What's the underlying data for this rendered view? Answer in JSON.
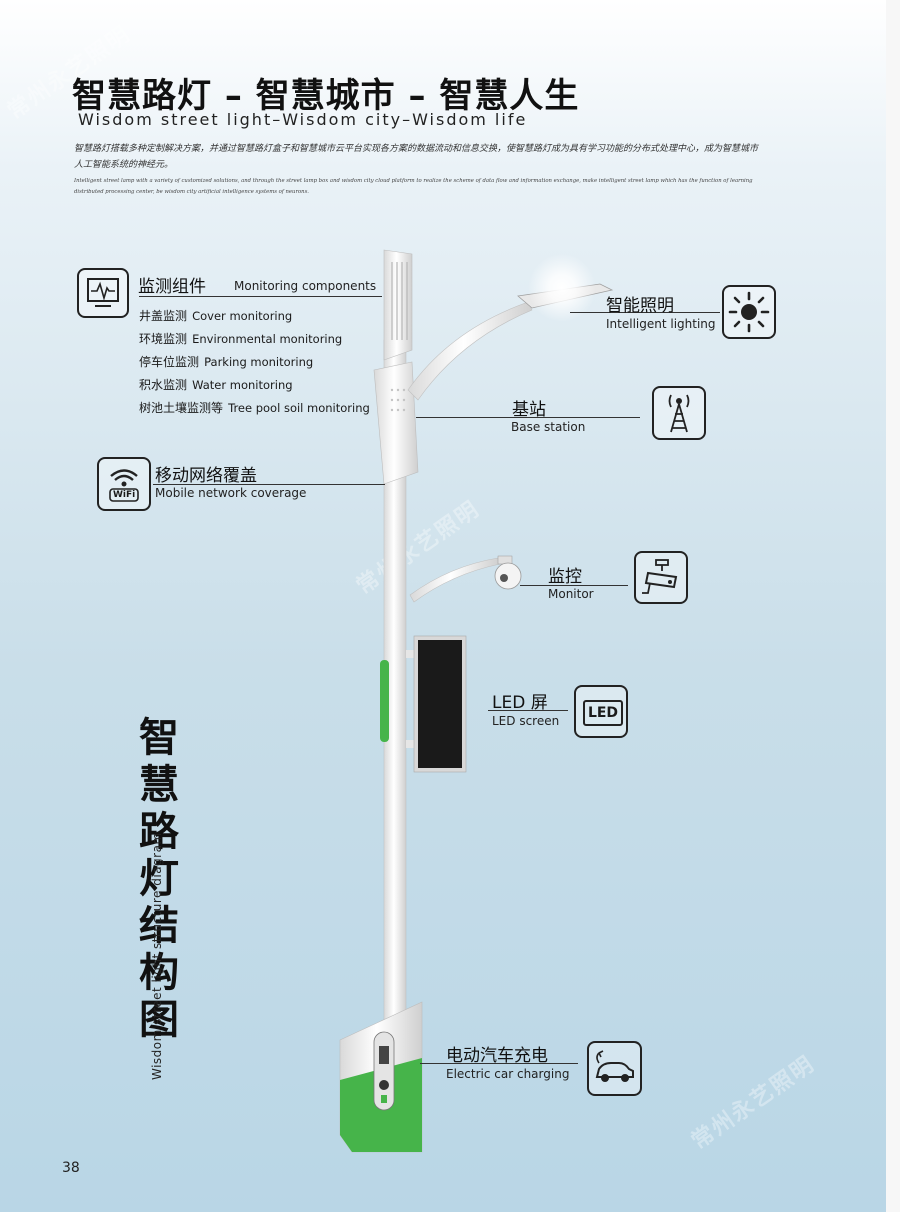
{
  "header": {
    "title_cn": "智慧路灯 – 智慧城市 – 智慧人生",
    "title_en": "Wisdom street light–Wisdom city–Wisdom life",
    "intro_cn": "智慧路灯搭载多种定制解决方案，并通过智慧路灯盒子和智慧城市云平台实现各方案的数据流动和信息交换，使智慧路灯成为具有学习功能的分布式处理中心，成为智慧城市人工智能系统的神经元。",
    "intro_en": "Intelligent street lamp with a variety of customized solutions, and through the street lamp box and wisdom city cloud platform to realize the scheme of data flow and information exchange, make intelligent street lamp which has the function of learning distributed processing center, be wisdom city artificial intelligence systems of neurons."
  },
  "monitoring": {
    "title_cn": "监测组件",
    "title_en": "Monitoring components",
    "items": [
      {
        "cn": "井盖监测",
        "en": "Cover monitoring"
      },
      {
        "cn": "环境监测",
        "en": "Environmental monitoring"
      },
      {
        "cn": "停车位监测",
        "en": "Parking monitoring"
      },
      {
        "cn": "积水监测",
        "en": "Water monitoring"
      },
      {
        "cn": "树池土壤监测等",
        "en": "Tree pool soil monitoring"
      }
    ]
  },
  "mobile": {
    "cn": "移动网络覆盖",
    "en": "Mobile network coverage",
    "icon_text": "WiFi"
  },
  "lighting": {
    "cn": "智能照明",
    "en": "Intelligent lighting"
  },
  "base_station": {
    "cn": "基站",
    "en": "Base station"
  },
  "monitor": {
    "cn": "监控",
    "en": "Monitor"
  },
  "led": {
    "cn": "LED 屏",
    "en": "LED screen",
    "icon_text": "LED"
  },
  "charging": {
    "cn": "电动汽车充电",
    "en": "Electric car charging"
  },
  "vertical_title": {
    "cn": "智慧路灯结构图",
    "en": "Wisdom street light structure diagram"
  },
  "page_number": "38",
  "watermark": "常州永艺照明",
  "colors": {
    "accent_green": "#46b44a",
    "pole": "#f2f2f2",
    "background": "#c9dee9"
  }
}
